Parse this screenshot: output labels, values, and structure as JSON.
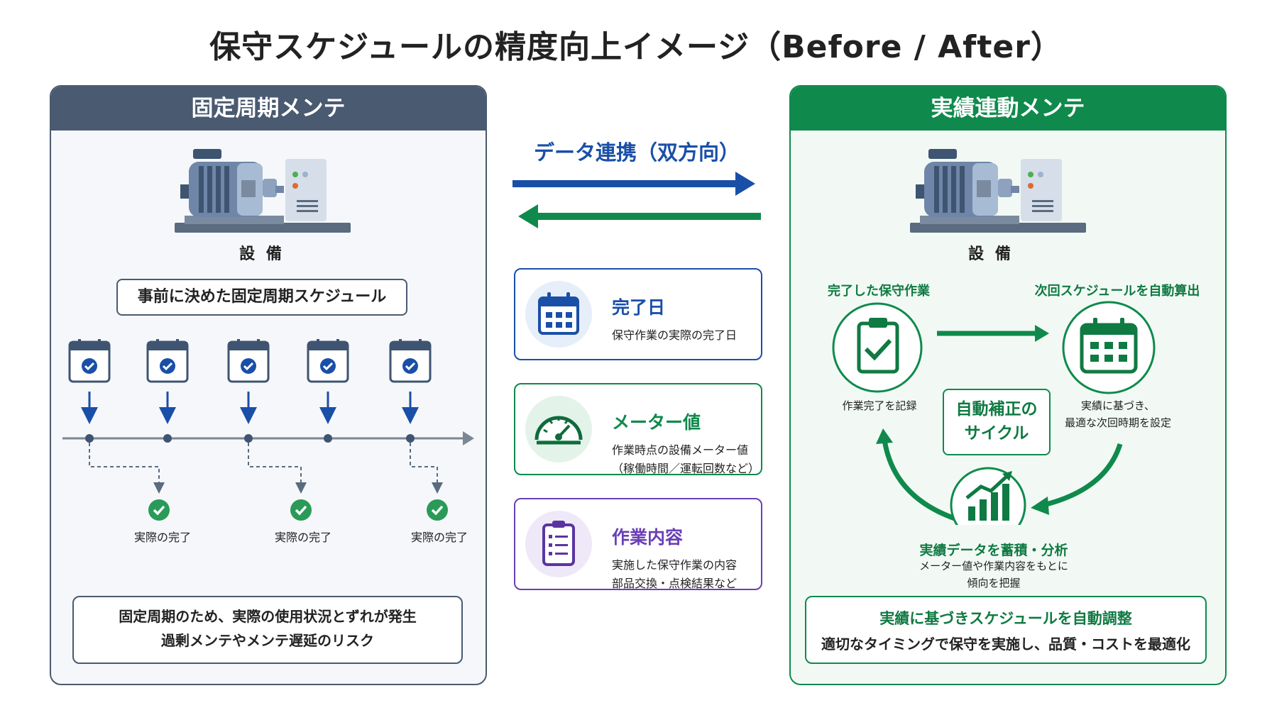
{
  "title": "保守スケジュールの精度向上イメージ（Before / After）",
  "left": {
    "header": "固定周期メンテ",
    "equipment_label": "設 備",
    "schedule_label": "事前に決めた固定周期スケジュール",
    "actual_labels": [
      "実際の完了",
      "実際の完了",
      "実際の完了"
    ],
    "note_line1": "固定周期のため、実際の使用状況とずれが発生",
    "note_line2": "過剰メンテやメンテ遅延のリスク"
  },
  "middle": {
    "title": "データ連携（双方向）",
    "cards": [
      {
        "title": "完了日",
        "desc1": "保守作業の実際の完了日",
        "desc2": "",
        "color": "#1a4fa8"
      },
      {
        "title": "メーター値",
        "desc1": "作業時点の設備メーター値",
        "desc2": "（稼働時間／運転回数など）",
        "color": "#0f8a4c"
      },
      {
        "title": "作業内容",
        "desc1": "実施した保守作業の内容",
        "desc2": "部品交換・点検結果など",
        "color": "#6a3fb5"
      }
    ]
  },
  "right": {
    "header": "実績連動メンテ",
    "equipment_label": "設 備",
    "completed_title": "完了した保守作業",
    "completed_desc": "作業完了を記録",
    "next_title": "次回スケジュールを自動算出",
    "next_desc1": "実績に基づき、",
    "next_desc2": "最適な次回時期を設定",
    "cycle_line1": "自動補正の",
    "cycle_line2": "サイクル",
    "analysis_title": "実績データを蓄積・分析",
    "analysis_desc1": "メーター値や作業内容をもとに",
    "analysis_desc2": "傾向を把握",
    "result_line1": "実績に基づきスケジュールを自動調整",
    "result_line2": "適切なタイミングで保守を実施し、品質・コストを最適化"
  },
  "colors": {
    "slate": "#4a5a70",
    "green": "#0f8a4c",
    "blue": "#1a4fa8",
    "purple": "#6a3fb5"
  }
}
